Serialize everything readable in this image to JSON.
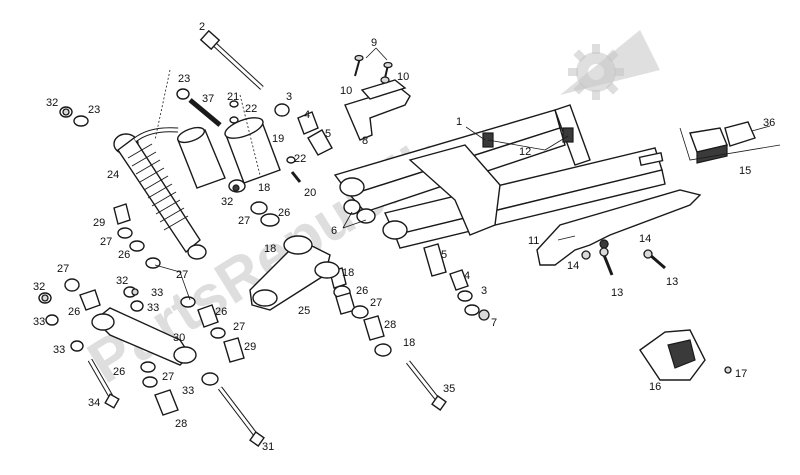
{
  "watermark": {
    "text": "PartsRepublik",
    "icon": "gear-icon",
    "color": "#c4c4c4"
  },
  "callouts": [
    {
      "id": "c2",
      "label": "2"
    },
    {
      "id": "c9",
      "label": "9"
    },
    {
      "id": "c10a",
      "label": "10"
    },
    {
      "id": "c10b",
      "label": "10"
    },
    {
      "id": "c1",
      "label": "1"
    },
    {
      "id": "c8",
      "label": "8"
    },
    {
      "id": "c12",
      "label": "12"
    },
    {
      "id": "c36",
      "label": "36"
    },
    {
      "id": "c15",
      "label": "15"
    },
    {
      "id": "c23a",
      "label": "23"
    },
    {
      "id": "c37",
      "label": "37"
    },
    {
      "id": "c21",
      "label": "21"
    },
    {
      "id": "c22a",
      "label": "22"
    },
    {
      "id": "c3a",
      "label": "3"
    },
    {
      "id": "c4a",
      "label": "4"
    },
    {
      "id": "c5a",
      "label": "5"
    },
    {
      "id": "c19",
      "label": "19"
    },
    {
      "id": "c22b",
      "label": "22"
    },
    {
      "id": "c20",
      "label": "20"
    },
    {
      "id": "c32a",
      "label": "32"
    },
    {
      "id": "c23b",
      "label": "23"
    },
    {
      "id": "c24",
      "label": "24"
    },
    {
      "id": "c32b",
      "label": "32"
    },
    {
      "id": "c18a",
      "label": "18"
    },
    {
      "id": "c27a",
      "label": "27"
    },
    {
      "id": "c26a",
      "label": "26"
    },
    {
      "id": "c18b",
      "label": "18"
    },
    {
      "id": "c6",
      "label": "6"
    },
    {
      "id": "c29a",
      "label": "29"
    },
    {
      "id": "c27b",
      "label": "27"
    },
    {
      "id": "c26b",
      "label": "26"
    },
    {
      "id": "c27c",
      "label": "27"
    },
    {
      "id": "c32c",
      "label": "32"
    },
    {
      "id": "c33a",
      "label": "33"
    },
    {
      "id": "c27d",
      "label": "27"
    },
    {
      "id": "c32d",
      "label": "32"
    },
    {
      "id": "c33b",
      "label": "33"
    },
    {
      "id": "c26c",
      "label": "26"
    },
    {
      "id": "c33c",
      "label": "33"
    },
    {
      "id": "c26d",
      "label": "26"
    },
    {
      "id": "c27e",
      "label": "27"
    },
    {
      "id": "c29b",
      "label": "29"
    },
    {
      "id": "c33d",
      "label": "33"
    },
    {
      "id": "c26e",
      "label": "26"
    },
    {
      "id": "c27f",
      "label": "27"
    },
    {
      "id": "c33e",
      "label": "33"
    },
    {
      "id": "c34",
      "label": "34"
    },
    {
      "id": "c28a",
      "label": "28"
    },
    {
      "id": "c30",
      "label": "30"
    },
    {
      "id": "c25",
      "label": "25"
    },
    {
      "id": "c18c",
      "label": "18"
    },
    {
      "id": "c26f",
      "label": "26"
    },
    {
      "id": "c27g",
      "label": "27"
    },
    {
      "id": "c28b",
      "label": "28"
    },
    {
      "id": "c18d",
      "label": "18"
    },
    {
      "id": "c31",
      "label": "31"
    },
    {
      "id": "c35",
      "label": "35"
    },
    {
      "id": "c5b",
      "label": "5"
    },
    {
      "id": "c4b",
      "label": "4"
    },
    {
      "id": "c3b",
      "label": "3"
    },
    {
      "id": "c7",
      "label": "7"
    },
    {
      "id": "c11",
      "label": "11"
    },
    {
      "id": "c14a",
      "label": "14"
    },
    {
      "id": "c14b",
      "label": "14"
    },
    {
      "id": "c13a",
      "label": "13"
    },
    {
      "id": "c13b",
      "label": "13"
    },
    {
      "id": "c16",
      "label": "16"
    },
    {
      "id": "c17",
      "label": "17"
    }
  ]
}
